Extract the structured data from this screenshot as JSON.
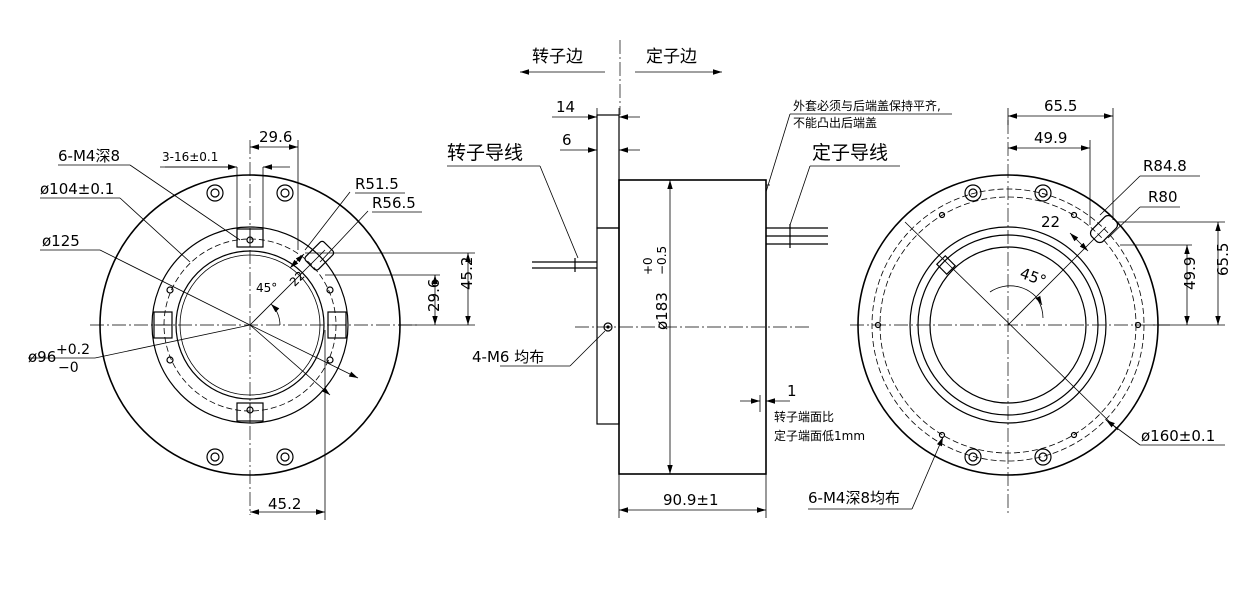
{
  "left_view": {
    "hole_callout": "6-M4深8",
    "slot_width": "3-16±0.1",
    "dim_top": "29.6",
    "d104": "ø104±0.1",
    "d125": "ø125",
    "d96_main": "ø96",
    "d96_plus": "+0.2",
    "d96_minus": "−0",
    "r51": "R51.5",
    "r56": "R56.5",
    "angle": "45°",
    "dim_22": "22",
    "dim_29_6_v": "29.6",
    "dim_45_2_v": "45.2",
    "dim_45_2_h": "45.2"
  },
  "side_view": {
    "rotor_side": "转子边",
    "stator_side": "定子边",
    "dim_14": "14",
    "dim_6": "6",
    "rotor_wire": "转子导线",
    "stator_wire": "定子导线",
    "note_line1": "外套必须与后端盖保持平齐,",
    "note_line2": "不能凸出后端盖",
    "diameter_main": "ø183",
    "diameter_plus": "+0",
    "diameter_minus": "−0.5",
    "holes_callout": "4-M6  均布",
    "dim_1": "1",
    "rotor_note_line1": "转子端面比",
    "rotor_note_line2": "定子端面低1mm",
    "length": "90.9±1"
  },
  "right_view": {
    "dim_65_5_h": "65.5",
    "dim_49_9_h": "49.9",
    "r84": "R84.8",
    "r80": "R80",
    "dim_22": "22",
    "angle": "45°",
    "dim_49_9_v": "49.9",
    "dim_65_5_v": "65.5",
    "d160": "ø160±0.1",
    "hole_callout": "6-M4深8均布"
  }
}
